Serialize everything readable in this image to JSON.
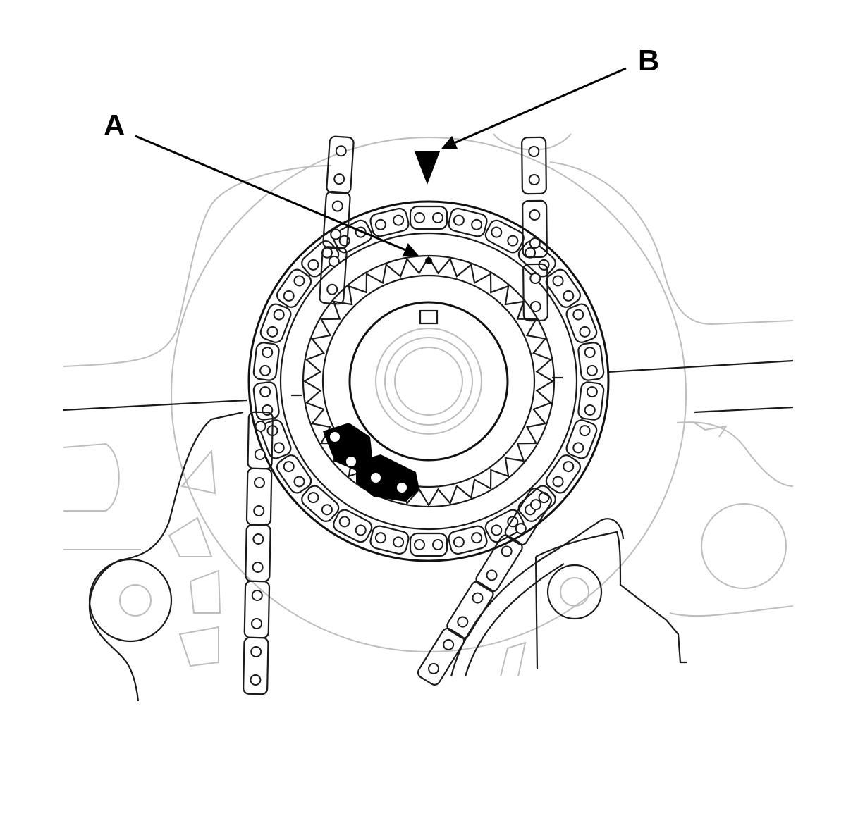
{
  "callouts": {
    "a": {
      "label": "A",
      "target": "sprocket-timing-mark-dot"
    },
    "b": {
      "label": "B",
      "target": "top-dead-center-pointer"
    }
  },
  "colors": {
    "line": "#1a1a1a",
    "ghost": "#bdbdbd",
    "marked_links": "#000000",
    "background": "#ffffff"
  }
}
